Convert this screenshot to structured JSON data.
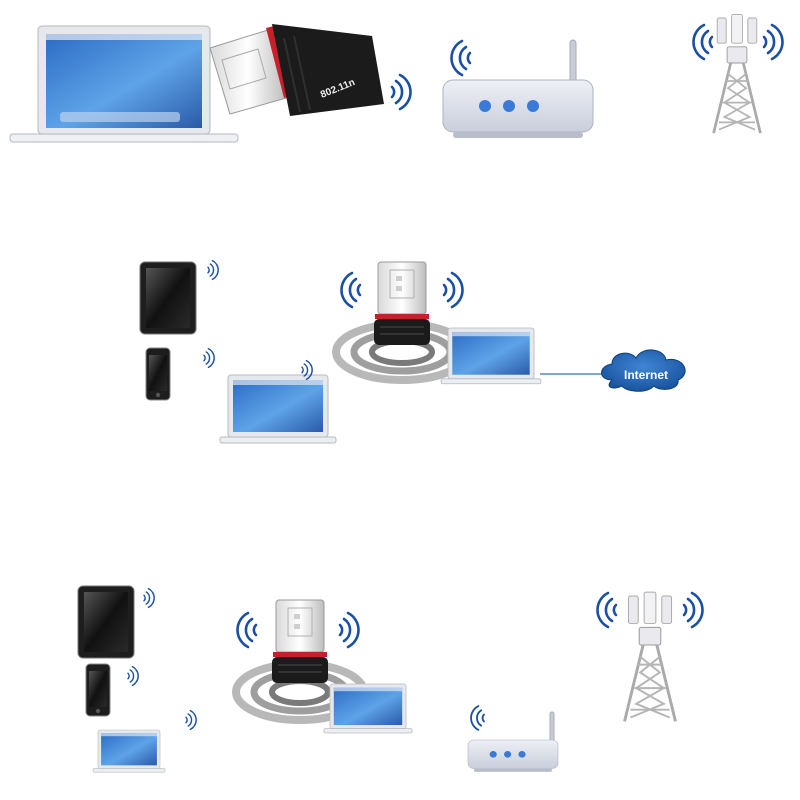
{
  "scenes": [
    {
      "id": "adapter-to-router-and-tower"
    },
    {
      "id": "adapter-as-hotspot-sharing-internet"
    },
    {
      "id": "adapter-as-hotspot-via-router-and-tower"
    }
  ],
  "labels": {
    "dongle_text": "802.11n",
    "internet": "Internet"
  },
  "colors": {
    "wifi_blue": "#1a4fa8",
    "cloud_blue": "#1c5fb0",
    "router_grey": "#dfe2ec",
    "led_blue": "#3a7ad6",
    "screen_blue": "#4a90d9",
    "dongle_black": "#1b1b1b",
    "dongle_red": "#c8202a"
  }
}
